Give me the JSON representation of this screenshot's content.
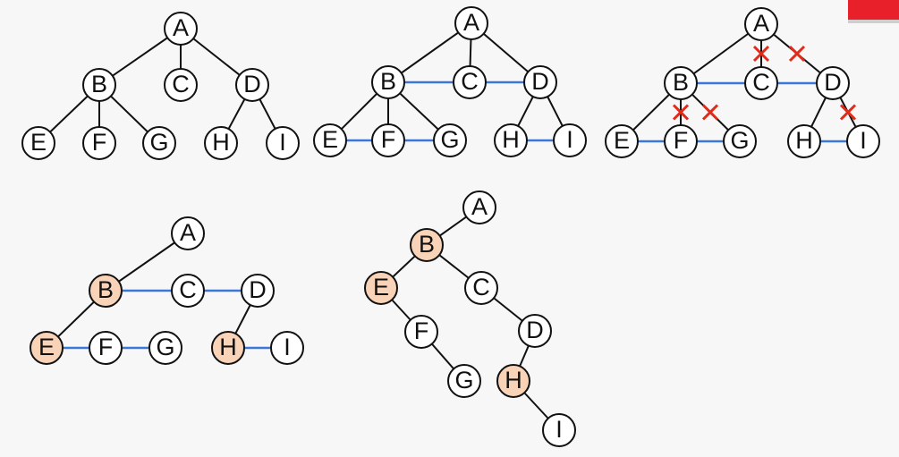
{
  "colors": {
    "node_fill": "#ffffff",
    "highlight_fill": "#f9d3b7",
    "tree_edge": "#111111",
    "sibling_edge": "#3a78d8",
    "cut_mark": "#e12b1a",
    "corner_badge": "#e8202a"
  },
  "panels": [
    {
      "id": "original-tree",
      "nodes": [
        {
          "id": "A",
          "label": "A"
        },
        {
          "id": "B",
          "label": "B"
        },
        {
          "id": "C",
          "label": "C"
        },
        {
          "id": "D",
          "label": "D"
        },
        {
          "id": "E",
          "label": "E"
        },
        {
          "id": "F",
          "label": "F"
        },
        {
          "id": "G",
          "label": "G"
        },
        {
          "id": "H",
          "label": "H"
        },
        {
          "id": "I",
          "label": "I"
        }
      ],
      "edges": [
        {
          "from": "A",
          "to": "B",
          "kind": "tree"
        },
        {
          "from": "A",
          "to": "C",
          "kind": "tree"
        },
        {
          "from": "A",
          "to": "D",
          "kind": "tree"
        },
        {
          "from": "B",
          "to": "E",
          "kind": "tree"
        },
        {
          "from": "B",
          "to": "F",
          "kind": "tree"
        },
        {
          "from": "B",
          "to": "G",
          "kind": "tree"
        },
        {
          "from": "D",
          "to": "H",
          "kind": "tree"
        },
        {
          "from": "D",
          "to": "I",
          "kind": "tree"
        }
      ],
      "highlighted": [],
      "cuts": []
    },
    {
      "id": "siblings-linked",
      "nodes": [
        {
          "id": "A",
          "label": "A"
        },
        {
          "id": "B",
          "label": "B"
        },
        {
          "id": "C",
          "label": "C"
        },
        {
          "id": "D",
          "label": "D"
        },
        {
          "id": "E",
          "label": "E"
        },
        {
          "id": "F",
          "label": "F"
        },
        {
          "id": "G",
          "label": "G"
        },
        {
          "id": "H",
          "label": "H"
        },
        {
          "id": "I",
          "label": "I"
        }
      ],
      "edges": [
        {
          "from": "A",
          "to": "B",
          "kind": "tree"
        },
        {
          "from": "A",
          "to": "C",
          "kind": "tree"
        },
        {
          "from": "A",
          "to": "D",
          "kind": "tree"
        },
        {
          "from": "B",
          "to": "E",
          "kind": "tree"
        },
        {
          "from": "B",
          "to": "F",
          "kind": "tree"
        },
        {
          "from": "B",
          "to": "G",
          "kind": "tree"
        },
        {
          "from": "D",
          "to": "H",
          "kind": "tree"
        },
        {
          "from": "D",
          "to": "I",
          "kind": "tree"
        },
        {
          "from": "B",
          "to": "C",
          "kind": "sibling"
        },
        {
          "from": "C",
          "to": "D",
          "kind": "sibling"
        },
        {
          "from": "E",
          "to": "F",
          "kind": "sibling"
        },
        {
          "from": "F",
          "to": "G",
          "kind": "sibling"
        },
        {
          "from": "H",
          "to": "I",
          "kind": "sibling"
        }
      ],
      "highlighted": [],
      "cuts": []
    },
    {
      "id": "edges-removed",
      "nodes": [
        {
          "id": "A",
          "label": "A"
        },
        {
          "id": "B",
          "label": "B"
        },
        {
          "id": "C",
          "label": "C"
        },
        {
          "id": "D",
          "label": "D"
        },
        {
          "id": "E",
          "label": "E"
        },
        {
          "id": "F",
          "label": "F"
        },
        {
          "id": "G",
          "label": "G"
        },
        {
          "id": "H",
          "label": "H"
        },
        {
          "id": "I",
          "label": "I"
        }
      ],
      "edges": [
        {
          "from": "A",
          "to": "B",
          "kind": "tree"
        },
        {
          "from": "A",
          "to": "C",
          "kind": "tree"
        },
        {
          "from": "A",
          "to": "D",
          "kind": "tree"
        },
        {
          "from": "B",
          "to": "E",
          "kind": "tree"
        },
        {
          "from": "B",
          "to": "F",
          "kind": "tree"
        },
        {
          "from": "B",
          "to": "G",
          "kind": "tree"
        },
        {
          "from": "D",
          "to": "H",
          "kind": "tree"
        },
        {
          "from": "D",
          "to": "I",
          "kind": "tree"
        },
        {
          "from": "B",
          "to": "C",
          "kind": "sibling"
        },
        {
          "from": "C",
          "to": "D",
          "kind": "sibling"
        },
        {
          "from": "E",
          "to": "F",
          "kind": "sibling"
        },
        {
          "from": "F",
          "to": "G",
          "kind": "sibling"
        },
        {
          "from": "H",
          "to": "I",
          "kind": "sibling"
        }
      ],
      "highlighted": [],
      "cuts": [
        {
          "from": "A",
          "to": "C"
        },
        {
          "from": "A",
          "to": "D"
        },
        {
          "from": "B",
          "to": "F"
        },
        {
          "from": "B",
          "to": "G"
        },
        {
          "from": "D",
          "to": "I"
        }
      ]
    },
    {
      "id": "first-child-next-sibling",
      "nodes": [
        {
          "id": "A",
          "label": "A"
        },
        {
          "id": "B",
          "label": "B"
        },
        {
          "id": "C",
          "label": "C"
        },
        {
          "id": "D",
          "label": "D"
        },
        {
          "id": "E",
          "label": "E"
        },
        {
          "id": "F",
          "label": "F"
        },
        {
          "id": "G",
          "label": "G"
        },
        {
          "id": "H",
          "label": "H"
        },
        {
          "id": "I",
          "label": "I"
        }
      ],
      "edges": [
        {
          "from": "A",
          "to": "B",
          "kind": "tree"
        },
        {
          "from": "B",
          "to": "E",
          "kind": "tree"
        },
        {
          "from": "D",
          "to": "H",
          "kind": "tree"
        },
        {
          "from": "B",
          "to": "C",
          "kind": "sibling"
        },
        {
          "from": "C",
          "to": "D",
          "kind": "sibling"
        },
        {
          "from": "E",
          "to": "F",
          "kind": "sibling"
        },
        {
          "from": "F",
          "to": "G",
          "kind": "sibling"
        },
        {
          "from": "H",
          "to": "I",
          "kind": "sibling"
        }
      ],
      "highlighted": [
        "B",
        "E",
        "H"
      ],
      "cuts": []
    },
    {
      "id": "binary-tree",
      "nodes": [
        {
          "id": "A",
          "label": "A"
        },
        {
          "id": "B",
          "label": "B"
        },
        {
          "id": "C",
          "label": "C"
        },
        {
          "id": "D",
          "label": "D"
        },
        {
          "id": "E",
          "label": "E"
        },
        {
          "id": "F",
          "label": "F"
        },
        {
          "id": "G",
          "label": "G"
        },
        {
          "id": "H",
          "label": "H"
        },
        {
          "id": "I",
          "label": "I"
        }
      ],
      "edges": [
        {
          "from": "A",
          "to": "B",
          "kind": "tree"
        },
        {
          "from": "B",
          "to": "E",
          "kind": "tree"
        },
        {
          "from": "B",
          "to": "C",
          "kind": "tree"
        },
        {
          "from": "E",
          "to": "F",
          "kind": "tree"
        },
        {
          "from": "F",
          "to": "G",
          "kind": "tree"
        },
        {
          "from": "C",
          "to": "D",
          "kind": "tree"
        },
        {
          "from": "D",
          "to": "H",
          "kind": "tree"
        },
        {
          "from": "H",
          "to": "I",
          "kind": "tree"
        }
      ],
      "highlighted": [
        "B",
        "E",
        "H"
      ],
      "cuts": []
    }
  ]
}
